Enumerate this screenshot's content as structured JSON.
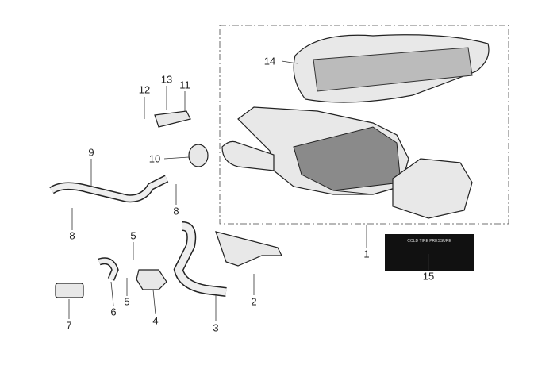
{
  "callouts": {
    "c1": "1",
    "c2": "2",
    "c3": "3",
    "c4": "4",
    "c5a": "5",
    "c5b": "5",
    "c6": "6",
    "c7": "7",
    "c8a": "8",
    "c8b": "8",
    "c9": "9",
    "c10": "10",
    "c11": "11",
    "c12": "12",
    "c13": "13",
    "c14": "14",
    "c15": "15"
  },
  "decal": {
    "title": "COLD TIRE PRESSURE"
  }
}
